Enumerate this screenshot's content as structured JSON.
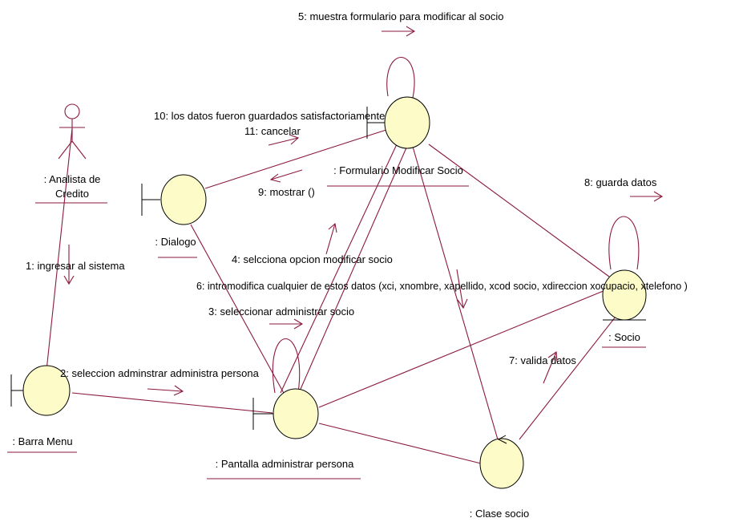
{
  "colors": {
    "link": "#8b1a3c",
    "object_fill": "#fdfbc8",
    "outline": "#000000",
    "background": "#ffffff"
  },
  "objects": {
    "actor": ": Analista de Credito",
    "actor_line1": ": Analista de",
    "actor_line2": "Credito",
    "barra_menu": ": Barra Menu",
    "dialogo": ": Dialogo",
    "formulario": ": Formulario Modificar Socio",
    "pantalla": ": Pantalla administrar persona",
    "socio": ": Socio",
    "clase_socio": ": Clase socio"
  },
  "messages": {
    "m1": "1: ingresar al sistema",
    "m2": "2: seleccion adminstrar administra persona",
    "m3": "3: seleccionar administrar socio",
    "m4": "4: selcciona opcion modificar socio",
    "m5": "5: muestra formulario para modificar al socio",
    "m6": "6: intromodifica cualquier de estos datos (xci, xnombre, xapellido, xcod socio, xdireccion xocupacio, xtelefono )",
    "m7": "7: valida datos",
    "m8": "8: guarda datos",
    "m9": "9: mostrar ()",
    "m10": "10: los datos fueron guardados satisfactoriamente",
    "m11": "11: cancelar"
  }
}
